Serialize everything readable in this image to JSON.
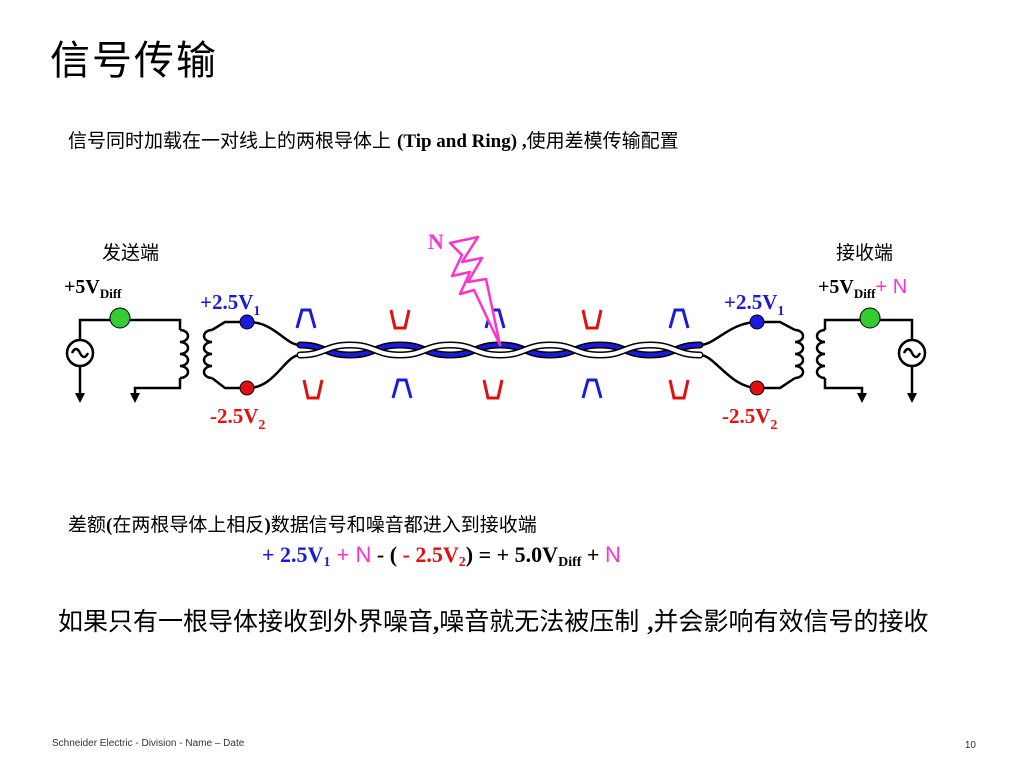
{
  "slide": {
    "title": "信号传输",
    "intro_pre": "信号同时加载在一对线上的两根导体上 ",
    "intro_mid": "(Tip and Ring) ,",
    "intro_post": "使用差模传输配置"
  },
  "diagram": {
    "sender_label": "发送端",
    "receiver_label": "接收端",
    "sender_voltage": "+5V",
    "sender_voltage_sub": "Diff",
    "receiver_voltage": "+5V",
    "receiver_voltage_sub": "Diff",
    "receiver_noise": "+ N",
    "noise_label": "N",
    "positive_voltage": "+2.5V",
    "positive_sub": "1",
    "negative_voltage": "-2.5V",
    "negative_sub": "2",
    "colors": {
      "positive": "#1a1adb",
      "negative": "#e01010",
      "noise": "#ff33cc",
      "ground_dot": "#33cc33"
    }
  },
  "note": {
    "pre": "差额",
    "paren_open": "(",
    "mid": "在两根导体上相反",
    "paren_close": ")",
    "post": "数据信号和噪音都进入到接收端"
  },
  "equation": {
    "part1": "+ 2.5V",
    "sub1": "1",
    "part2": " + N",
    "part3": " - ( ",
    "part4": "- 2.5V",
    "sub2": "2",
    "part5": ") = + 5.0V",
    "sub3": "Diff",
    "part6": " + ",
    "part7": "N"
  },
  "conclusion": {
    "part1": "如果只有一根导体接收到外界噪音",
    "part2": ",",
    "part3": "噪音就无法被压制 ",
    "part4": ",",
    "part5": "并会影响有效信号的接收"
  },
  "footer": {
    "text": "Schneider Electric - Division - Name – Date",
    "page_number": "10"
  }
}
